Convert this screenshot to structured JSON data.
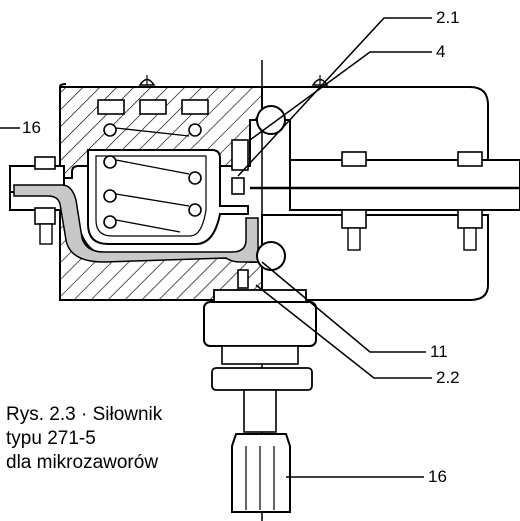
{
  "callouts": {
    "c_2_1": "2.1",
    "c_4": "4",
    "c_16_left": "16",
    "c_11": "11",
    "c_2_2": "2.2",
    "c_16_bottom": "16"
  },
  "caption": {
    "line1": "Rys. 2.3 · Siłownik",
    "line2": "typu 271-5",
    "line3": "dla mikrozaworów"
  },
  "colors": {
    "line": "#000000",
    "diaphragm": "#c8c8c8",
    "background": "#ffffff"
  }
}
